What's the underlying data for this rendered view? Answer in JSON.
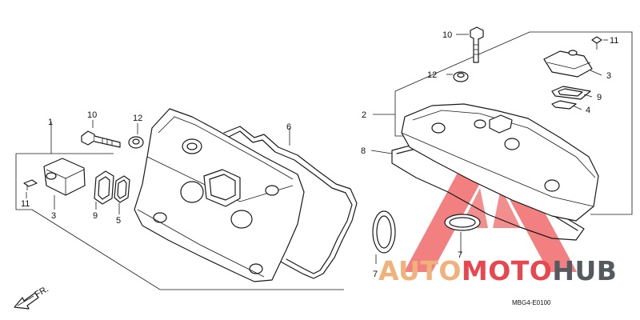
{
  "callouts": {
    "left_1": "1",
    "left_10": "10",
    "left_12": "12",
    "left_6": "6",
    "left_11": "11",
    "left_3": "3",
    "left_9": "9",
    "left_5": "5",
    "right_10": "10",
    "right_11": "11",
    "right_12": "12",
    "right_3": "3",
    "right_2": "2",
    "right_9": "9",
    "right_4": "4",
    "right_8": "8",
    "right_7a": "7",
    "right_7b": "7"
  },
  "front_indicator": "FR.",
  "diagram_code": "MBG4-E0100",
  "watermark": {
    "part1": "AUTO",
    "part2": "MOTO",
    "part3": "HUB",
    "color_auto": "#f0b27a",
    "color_moto": "#e8474f",
    "color_hub": "#555a5e",
    "triangle_color": "#ee5a5a"
  }
}
